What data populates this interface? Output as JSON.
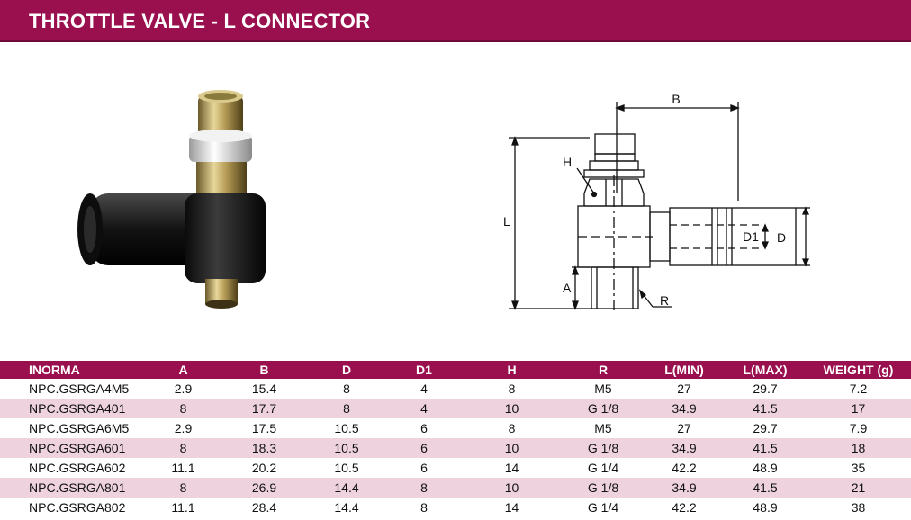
{
  "title": "THROTTLE VALVE - L CONNECTOR",
  "colors": {
    "brand": "#9a0f4d",
    "row_alt": "#eed3df"
  },
  "drawing_labels": {
    "b": "B",
    "h": "H",
    "l": "L",
    "d1": "D1",
    "d": "D",
    "a": "A",
    "r": "R"
  },
  "table": {
    "columns": [
      "INORMA",
      "A",
      "B",
      "D",
      "D1",
      "H",
      "R",
      "L(MIN)",
      "L(MAX)",
      "WEIGHT (g)"
    ],
    "rows": [
      [
        "NPC.GSRGA4M5",
        "2.9",
        "15.4",
        "8",
        "4",
        "8",
        "M5",
        "27",
        "29.7",
        "7.2"
      ],
      [
        "NPC.GSRGA401",
        "8",
        "17.7",
        "8",
        "4",
        "10",
        "G 1/8",
        "34.9",
        "41.5",
        "17"
      ],
      [
        "NPC.GSRGA6M5",
        "2.9",
        "17.5",
        "10.5",
        "6",
        "8",
        "M5",
        "27",
        "29.7",
        "7.9"
      ],
      [
        "NPC.GSRGA601",
        "8",
        "18.3",
        "10.5",
        "6",
        "10",
        "G 1/8",
        "34.9",
        "41.5",
        "18"
      ],
      [
        "NPC.GSRGA602",
        "11.1",
        "20.2",
        "10.5",
        "6",
        "14",
        "G 1/4",
        "42.2",
        "48.9",
        "35"
      ],
      [
        "NPC.GSRGA801",
        "8",
        "26.9",
        "14.4",
        "8",
        "10",
        "G 1/8",
        "34.9",
        "41.5",
        "21"
      ],
      [
        "NPC.GSRGA802",
        "11.1",
        "28.4",
        "14.4",
        "8",
        "14",
        "G 1/4",
        "42.2",
        "48.9",
        "38"
      ]
    ]
  }
}
